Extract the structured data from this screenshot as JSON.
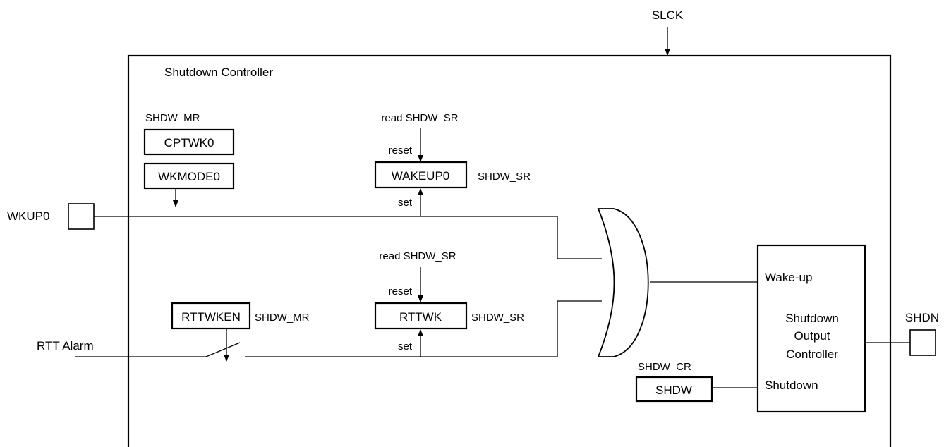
{
  "clock_input": "SLCK",
  "controller_title": "Shutdown Controller",
  "pins": {
    "wkup0": "WKUP0",
    "rtt_alarm": "RTT Alarm",
    "shdn": "SHDN"
  },
  "mode_register": {
    "label": "SHDW_MR",
    "cptwk0": "CPTWK0",
    "wkmode0": "WKMODE0"
  },
  "wakeup_status": {
    "read_label": "read SHDW_SR",
    "reset_label": "reset",
    "set_label": "set",
    "register": "WAKEUP0",
    "register_label": "SHDW_SR"
  },
  "rtt_status": {
    "read_label": "read SHDW_SR",
    "reset_label": "reset",
    "set_label": "set",
    "register": "RTTWK",
    "register_label": "SHDW_SR"
  },
  "rtt_enable": {
    "register": "RTTWKEN",
    "register_label": "SHDW_MR"
  },
  "control_register": {
    "label": "SHDW_CR",
    "register": "SHDW"
  },
  "output_controller": {
    "wake_up_port": "Wake-up",
    "shutdown_port": "Shutdown",
    "title_lines": [
      "Shutdown",
      "Output",
      "Controller"
    ]
  }
}
